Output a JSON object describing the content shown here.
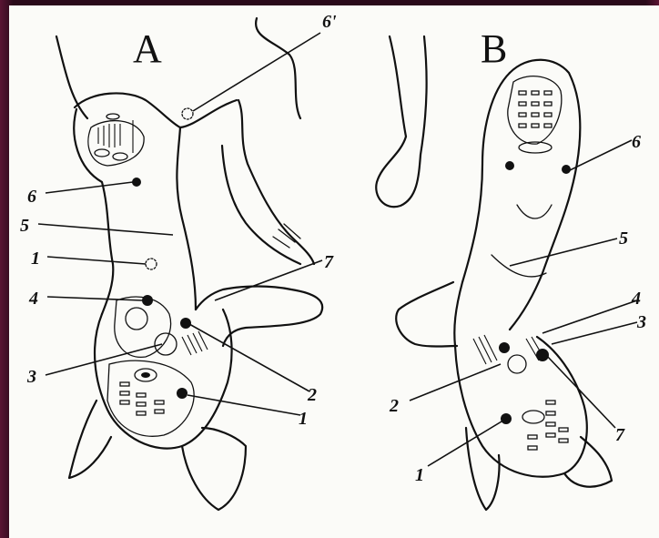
{
  "panels": [
    {
      "letter": "A",
      "labels": [
        "6'",
        "6",
        "5",
        "1",
        "4",
        "3",
        "2",
        "1"
      ]
    },
    {
      "letter": "B",
      "labels": [
        "6",
        "5",
        "4",
        "3",
        "2",
        "7",
        "1"
      ]
    }
  ],
  "panel_a_label_7": "7",
  "colors": {
    "background": "#fbfbf8",
    "ink": "#111111",
    "frame": "#3a0f24"
  }
}
